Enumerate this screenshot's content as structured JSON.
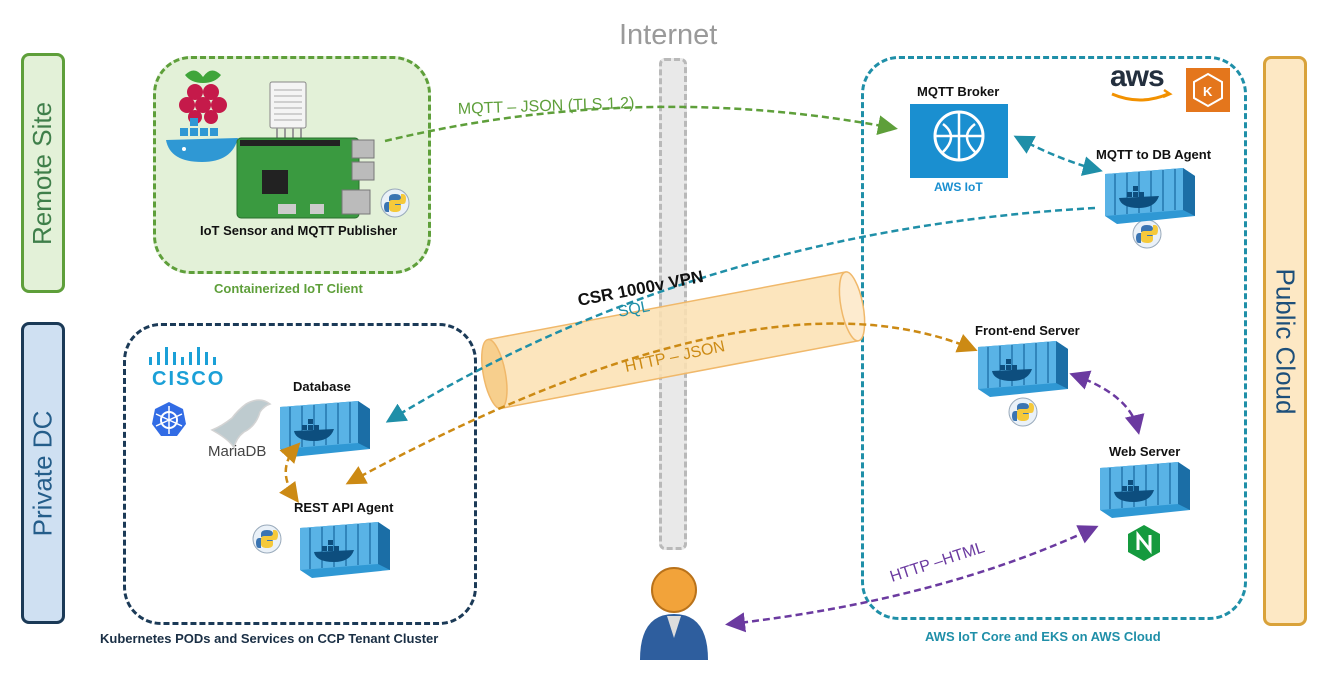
{
  "title": "Internet",
  "regions": {
    "remote_site": "Remote Site",
    "private_dc": "Private DC",
    "public_cloud": "Public Cloud"
  },
  "zones": {
    "iot_client": "Containerized IoT Client",
    "k8s_cluster": "Kubernetes PODs and Services on CCP Tenant Cluster",
    "aws_cloud": "AWS IoT Core and EKS on AWS Cloud"
  },
  "components": {
    "iot_sensor": "IoT Sensor and MQTT Publisher",
    "mqtt_broker": "MQTT Broker",
    "aws_iot": "AWS IoT",
    "mqtt_db_agent": "MQTT to DB Agent",
    "frontend_server": "Front-end Server",
    "web_server": "Web Server",
    "database": "Database",
    "rest_api_agent": "REST API Agent"
  },
  "logos": {
    "aws": "aws",
    "cisco": "CISCO",
    "mariadb": "MariaDB"
  },
  "tunnel": "CSR 1000v VPN",
  "flows": {
    "mqtt_json": "MQTT – JSON (TLS 1.2)",
    "sql": "SQL",
    "http_json": "HTTP – JSON",
    "http_html": "HTTP –HTML"
  },
  "colors": {
    "remote_green": "#5e9f3a",
    "private_blue": "#1b3a57",
    "cloud_orange": "#d9a23a",
    "teal": "#1f8fa8",
    "amber": "#cc8a14",
    "purple": "#6b3aa0",
    "container_blue": "#2f98d4"
  }
}
